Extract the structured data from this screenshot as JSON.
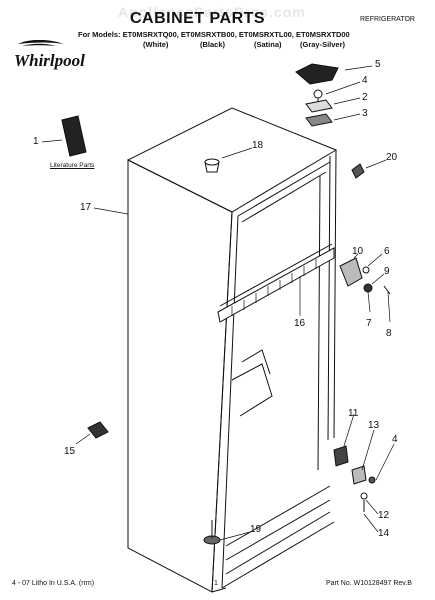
{
  "watermark": "AppliancePartsPros.com",
  "header": {
    "title": "CABINET PARTS",
    "category": "REFRIGERATOR",
    "models_line": "For Models: ET0MSRXTQ00, ET0MSRXTB00, ET0MSRXTL00, ET0MSRXTD00",
    "variants": [
      "(White)",
      "(Black)",
      "(Satina)",
      "(Gray-Silver)"
    ]
  },
  "brand": "Whirlpool",
  "literature_label": "Literature Parts",
  "callouts": [
    "1",
    "2",
    "3",
    "4",
    "4",
    "5",
    "6",
    "7",
    "8",
    "9",
    "10",
    "11",
    "12",
    "13",
    "14",
    "15",
    "16",
    "17",
    "18",
    "19",
    "20"
  ],
  "footer": {
    "left": "4 - 07 Litho In U.S.A. (rrm)",
    "center": "1",
    "right": "Part No. W10128497 Rev.B"
  }
}
